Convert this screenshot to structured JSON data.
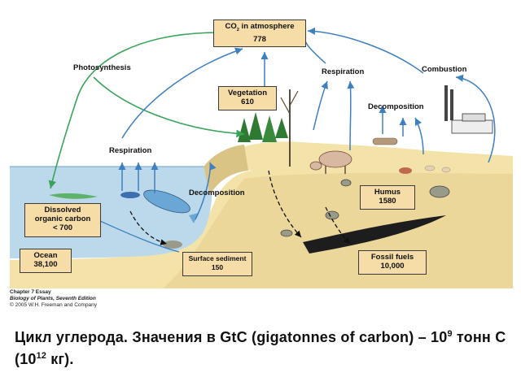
{
  "boxes": {
    "atmosphere": {
      "label_pre": "CO",
      "label_sub": "2",
      "label_post": " in atmosphere",
      "value": "778"
    },
    "vegetation": {
      "label": "Vegetation",
      "value": "610"
    },
    "dissolved": {
      "line1": "Dissolved",
      "line2": "organic carbon",
      "line3": "< 700"
    },
    "ocean": {
      "label": "Ocean",
      "value": "38,100"
    },
    "sediment": {
      "label": "Surface sediment",
      "value": "150"
    },
    "humus": {
      "label": "Humus",
      "value": "1580"
    },
    "fossil": {
      "label": "Fossil fuels",
      "value": "10,000"
    }
  },
  "labels": {
    "photosynthesis": "Photosynthesis",
    "respiration_right": "Respiration",
    "combustion": "Combustion",
    "decomposition_right": "Decomposition",
    "respiration_left": "Respiration",
    "decomposition_left": "Decomposition"
  },
  "credit": {
    "line1": "Chapter 7 Essay",
    "line2": "Biology of Plants, Seventh Edition",
    "line3": "© 2005 W.H. Freeman and Company"
  },
  "caption": {
    "part1": "Цикл углерода. Значения в GtC (gigatonnes of carbon) – 10",
    "sup1": "9",
    "part2": " тонн С (10",
    "sup2": "12",
    "part3": " кг)."
  },
  "colors": {
    "arrow_blue": "#3d7fc0",
    "arrow_green": "#3aa35a",
    "box_fill": "#f6dca6",
    "sky": "#ffffff",
    "land": "#f3e3a8",
    "water": "#bcd9ec"
  }
}
